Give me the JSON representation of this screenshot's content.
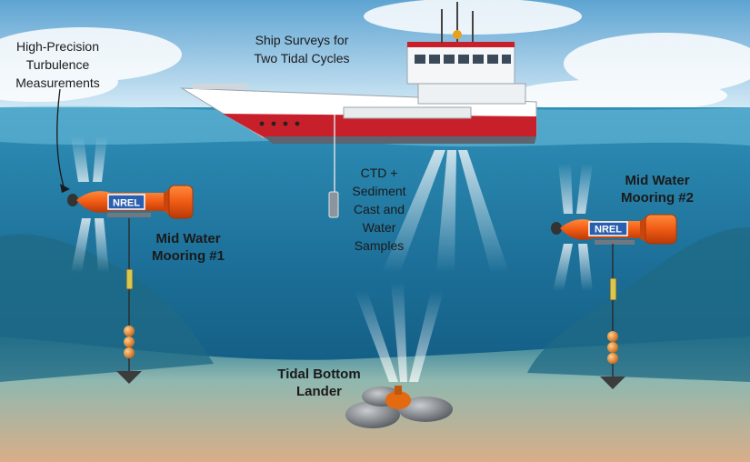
{
  "labels": {
    "turbulence": "High-Precision\nTurbulence\nMeasurements",
    "ship": "Ship Surveys for\nTwo Tidal Cycles",
    "ctd": "CTD +\nSediment\nCast and\nWater\nSamples",
    "mooring1": "Mid Water\nMooring #1",
    "mooring2": "Mid Water\nMooring #2",
    "lander": "Tidal Bottom\nLander"
  },
  "instruments": {
    "logo_text": "NREL"
  },
  "colors": {
    "sky_top": "#5ea4d2",
    "sky_bottom": "#d8ecf7",
    "water_top": "#2f8fb7",
    "water_bottom": "#0c4f74",
    "seabed": "#d6b08b",
    "hull_red": "#c8202a",
    "float_orange": "#f05a14",
    "logo_blue": "#2a5fb0"
  }
}
